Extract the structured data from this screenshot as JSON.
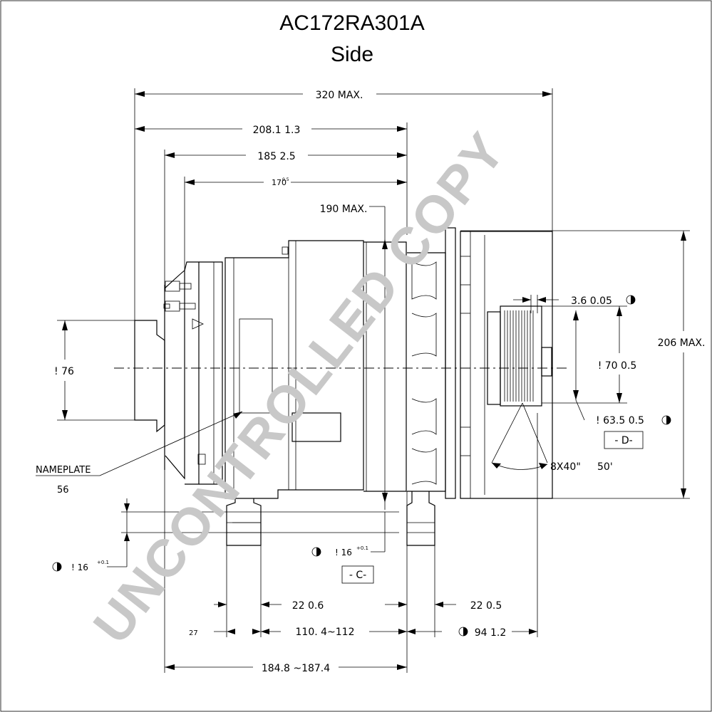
{
  "title": "AC172RA301A",
  "subtitle": "Side",
  "watermark": "UNCONTROLLED COPY",
  "dimensions": {
    "overall_length": "320 MAX.",
    "d_208": "208.1   1.3",
    "d_185": "185   2.5",
    "d_170": "170",
    "d_170_tol": "0.5",
    "d_190": "190 MAX.",
    "d_206": "206 MAX.",
    "d_76": "!  76",
    "d_3_6": "3.6   0.05",
    "d_70": "!  70   0.5",
    "d_63_5": "!  63.5   0.5",
    "datum_d": "- D-",
    "datum_c": "- C-",
    "pulley": "8X40\"",
    "pulley_angle": "50'",
    "nameplate_label": "NAMEPLATE",
    "nameplate_num": "56",
    "bore_left": "!  16",
    "bore_center": "!  16",
    "bore_tol": "+0.1",
    "d_22_left": "22   0.6",
    "d_22_right": "22   0.5",
    "d_27": "27",
    "d_110": "110. 4~112",
    "d_94": "94   1.2",
    "d_184": "184.8 ~187.4"
  }
}
